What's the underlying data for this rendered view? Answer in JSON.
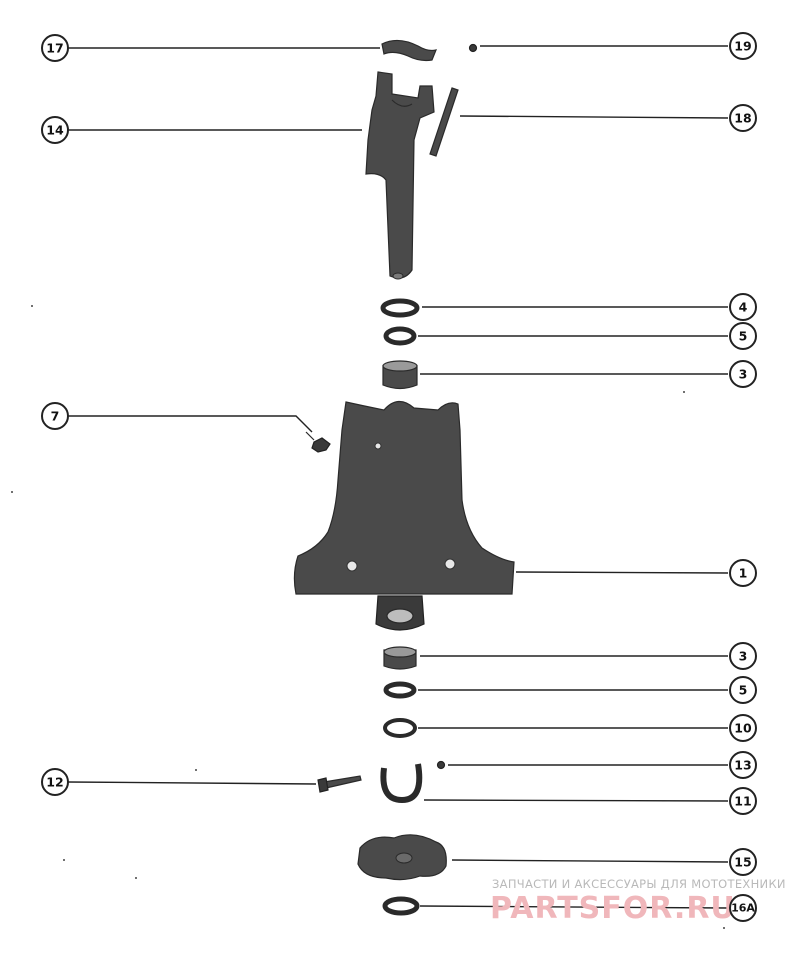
{
  "callouts": [
    {
      "label": "17"
    },
    {
      "label": "19"
    },
    {
      "label": "14"
    },
    {
      "label": "18"
    },
    {
      "label": "4"
    },
    {
      "label": "5"
    },
    {
      "label": "3"
    },
    {
      "label": "7"
    },
    {
      "label": "1"
    },
    {
      "label": "3"
    },
    {
      "label": "5"
    },
    {
      "label": "10"
    },
    {
      "label": "13"
    },
    {
      "label": "12"
    },
    {
      "label": "11"
    },
    {
      "label": "15"
    },
    {
      "label": "16A"
    }
  ],
  "watermark": {
    "tagline": "ЗАПЧАСТИ И АКСЕССУАРЫ ДЛЯ МОТОТЕХНИКИ",
    "brand": "PARTSFOR.RU"
  },
  "colors": {
    "part_fill": "#4a4a4a",
    "line": "#222222",
    "watermark_brand": "#f0b7bb",
    "watermark_tagline": "#b9b9b9"
  }
}
